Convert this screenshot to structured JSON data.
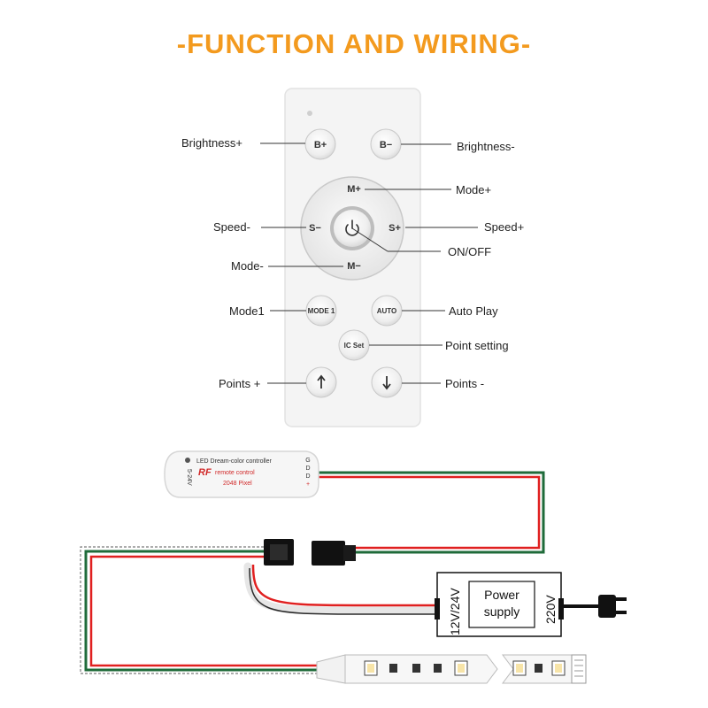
{
  "title": "-FUNCTION AND WIRING-",
  "colors": {
    "title": "#f39a1e",
    "wire_red": "#e02020",
    "wire_green": "#1f6b3a",
    "remote_body": "#f4f4f4"
  },
  "remote": {
    "buttons": {
      "b_plus": "B+",
      "b_minus": "B−",
      "m_plus": "M+",
      "m_minus": "M−",
      "s_minus": "S−",
      "s_plus": "S+",
      "mode1": "MODE 1",
      "auto": "AUTO",
      "ic_set": "IC Set"
    },
    "icons": {
      "power": "power-icon",
      "up": "arrow-up-icon",
      "down": "arrow-down-icon"
    }
  },
  "labels": {
    "brightness_plus": "Brightness+",
    "brightness_minus": "Brightness-",
    "mode_plus": "Mode+",
    "speed_minus": "Speed-",
    "speed_plus": "Speed+",
    "on_off": "ON/OFF",
    "mode_minus": "Mode-",
    "mode1": "Mode1",
    "auto_play": "Auto Play",
    "point_setting": "Point setting",
    "points_plus": "Points +",
    "points_minus": "Points -"
  },
  "controller": {
    "line1": "LED Dream-color controller",
    "rf": "RF",
    "line2": "remote control",
    "line3": "2048 Pixel",
    "pins": [
      "G",
      "D",
      "D",
      "+"
    ],
    "voltage": "5-24V"
  },
  "power_supply": {
    "input": "12V/24V",
    "label_line1": "Power",
    "label_line2": "supply",
    "output": "220V"
  }
}
